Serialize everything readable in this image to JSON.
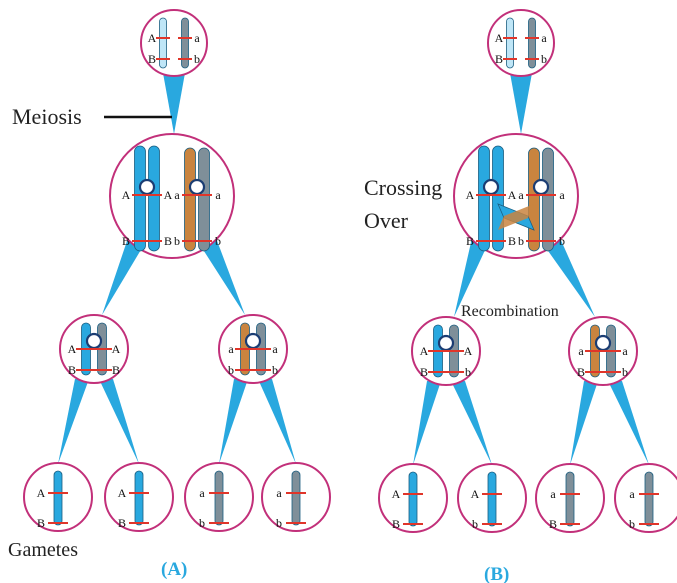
{
  "labels": {
    "meiosis": "Meiosis",
    "crossing_line1": "Crossing",
    "crossing_line2": "Over",
    "recombination": "Recombination",
    "gametes": "Gametes",
    "panel_a": "(A)",
    "panel_b": "(B)"
  },
  "colors": {
    "circle": "#c2307a",
    "blue_chromosome": "#29a8df",
    "brown_chromosome": "#c9843f",
    "gray_chromosome": "#7f8f99",
    "locus_line": "#e0352a",
    "connector": "#29a8df",
    "panel_label": "#29a8df",
    "text": "#222222"
  },
  "alleles": {
    "upper_dominant": "A",
    "upper_recessive": "a",
    "lower_dominant": "B",
    "lower_recessive": "b"
  },
  "panel_a": {
    "parent": [
      "A",
      "a"
    ],
    "parent_lower": [
      "B",
      "b"
    ],
    "tetrad": [
      [
        "A",
        "A",
        "B",
        "B"
      ],
      [
        "a",
        "a",
        "b",
        "b"
      ]
    ],
    "meiosis_i_cells": [
      [
        "A",
        "A",
        "B",
        "B"
      ],
      [
        "a",
        "a",
        "b",
        "b"
      ]
    ],
    "gametes": [
      [
        "A",
        "B"
      ],
      [
        "A",
        "B"
      ],
      [
        "a",
        "b"
      ],
      [
        "a",
        "b"
      ]
    ]
  },
  "panel_b": {
    "parent": [
      "A",
      "a"
    ],
    "parent_lower": [
      "B",
      "b"
    ],
    "tetrad": [
      [
        "A",
        "A",
        "B",
        "B"
      ],
      [
        "a",
        "a",
        "b",
        "b"
      ]
    ],
    "meiosis_i_cells": [
      [
        "A",
        "A",
        "B",
        "b"
      ],
      [
        "a",
        "a",
        "B",
        "b"
      ]
    ],
    "gametes": [
      [
        "A",
        "B"
      ],
      [
        "A",
        "b"
      ],
      [
        "a",
        "B"
      ],
      [
        "a",
        "b"
      ]
    ]
  }
}
